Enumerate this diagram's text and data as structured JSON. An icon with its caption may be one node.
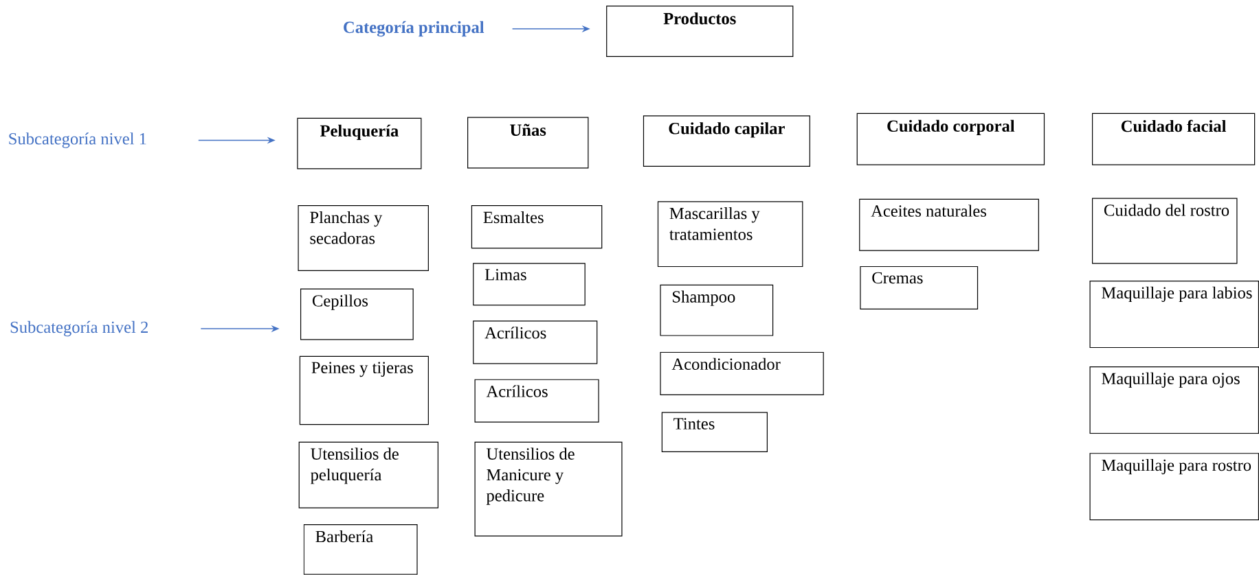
{
  "diagram": {
    "nodes": [
      {
        "text": [
          "Productos"
        ]
      },
      {
        "text": [
          "Peluquería"
        ]
      },
      {
        "text": [
          "Uñas"
        ]
      },
      {
        "text": [
          "Cuidado capilar"
        ]
      },
      {
        "text": [
          "Cuidado corporal"
        ]
      },
      {
        "text": [
          "Cuidado facial"
        ]
      },
      {
        "text": [
          "Planchas y secadoras"
        ]
      },
      {
        "text": [
          "Cepillos"
        ]
      },
      {
        "text": [
          "Peines y tijeras"
        ]
      },
      {
        "text": [
          "Utensilios de peluquería"
        ]
      },
      {
        "text": [
          "Barbería"
        ]
      },
      {
        "text": [
          "Esmaltes"
        ]
      },
      {
        "text": [
          "Limas"
        ]
      },
      {
        "text": [
          "Acrílicos"
        ]
      },
      {
        "text": [
          "Acrílicos"
        ]
      },
      {
        "text": [
          "Utensilios de Manicure y pedicure"
        ]
      },
      {
        "text": [
          "Mascarillas y tratamientos"
        ]
      },
      {
        "text": [
          "Shampoo"
        ]
      },
      {
        "text": [
          "Acondicionador"
        ]
      },
      {
        "text": [
          "Tintes"
        ]
      },
      {
        "text": [
          "Aceites naturales"
        ]
      },
      {
        "text": [
          "Cremas"
        ]
      },
      {
        "text": [
          "Cuidado del rostro"
        ]
      },
      {
        "text": [
          "Maquillaje para labios"
        ]
      },
      {
        "text": [
          "Maquillaje para ojos"
        ]
      },
      {
        "text": [
          "Maquillaje para rostro"
        ]
      },
      {
        "text": [
          "Categoría principal"
        ]
      },
      {
        "text": [
          "Subcategoría nivel 1"
        ]
      },
      {
        "text": [
          "Subcategoría nivel 2"
        ]
      }
    ],
    "edges": [
      {
        "from": 26,
        "to": 0,
        "arrow": "to",
        "color": "#4472c4"
      },
      {
        "from": 27,
        "to": 1,
        "arrow": "to",
        "color": "#4472c4"
      },
      {
        "from": 28,
        "to": 7,
        "arrow": "to",
        "color": "#4472c4"
      }
    ]
  }
}
